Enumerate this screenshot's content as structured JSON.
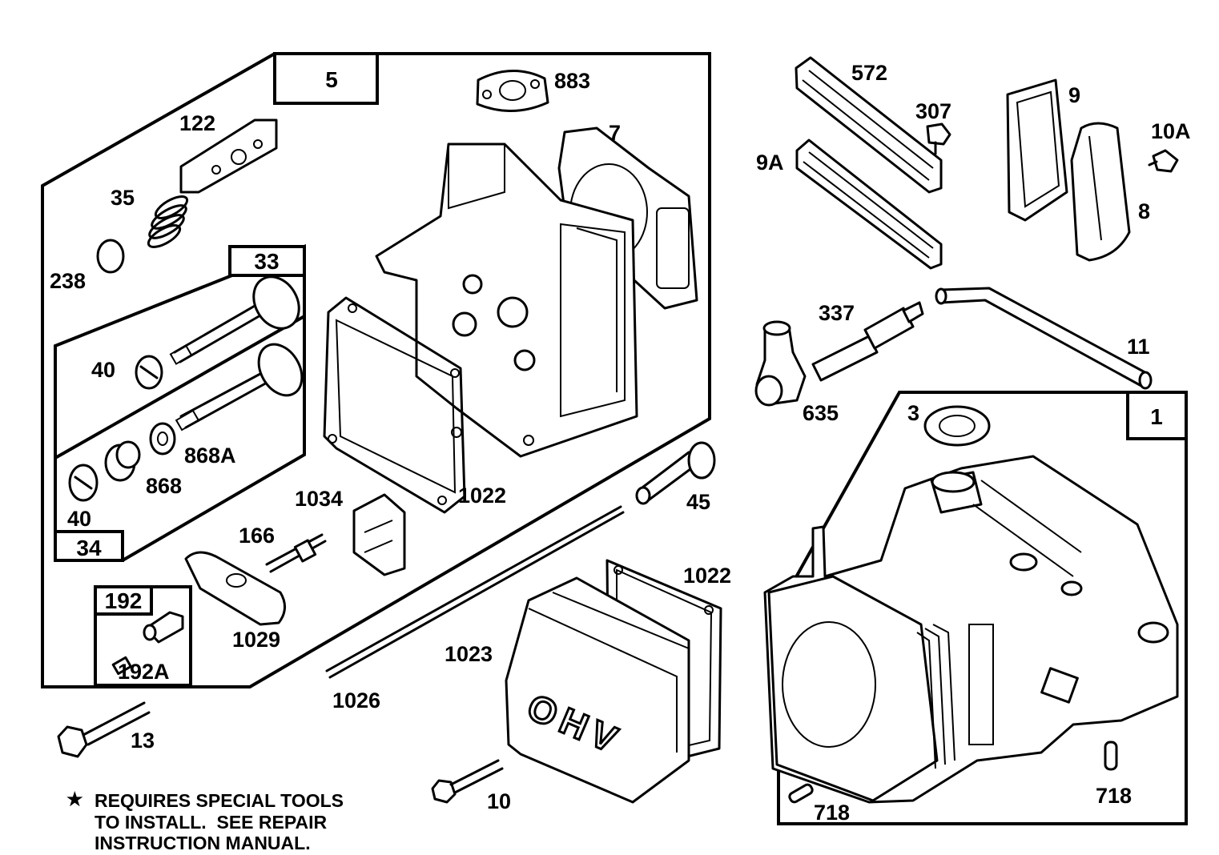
{
  "diagram": {
    "group_boxes": {
      "box_5": "5",
      "box_33": "33",
      "box_34": "34",
      "box_192": "192",
      "box_1": "1"
    },
    "part_labels": {
      "p883": "883",
      "p7": "7",
      "p122": "122",
      "p35": "35",
      "p238": "238",
      "p40a": "40",
      "p868A": "868A",
      "p868": "868",
      "p40b": "40",
      "p1034": "1034",
      "p1022a": "1022",
      "p45": "45",
      "p166": "166",
      "p1029": "1029",
      "p192A": "192A",
      "p13": "13",
      "p1026": "1026",
      "p1023": "1023",
      "p1022b": "1022",
      "p10": "10",
      "p572": "572",
      "p307": "307",
      "p9A": "9A",
      "p9": "9",
      "p10A": "10A",
      "p8": "8",
      "p337": "337",
      "p11": "11",
      "p635": "635",
      "p3": "3",
      "p718a": "718",
      "p718b": "718"
    },
    "cover_text": "OHV",
    "note": {
      "star": "★",
      "line1": "REQUIRES SPECIAL TOOLS",
      "line2": "TO INSTALL.  SEE REPAIR",
      "line3": "INSTRUCTION MANUAL."
    }
  }
}
